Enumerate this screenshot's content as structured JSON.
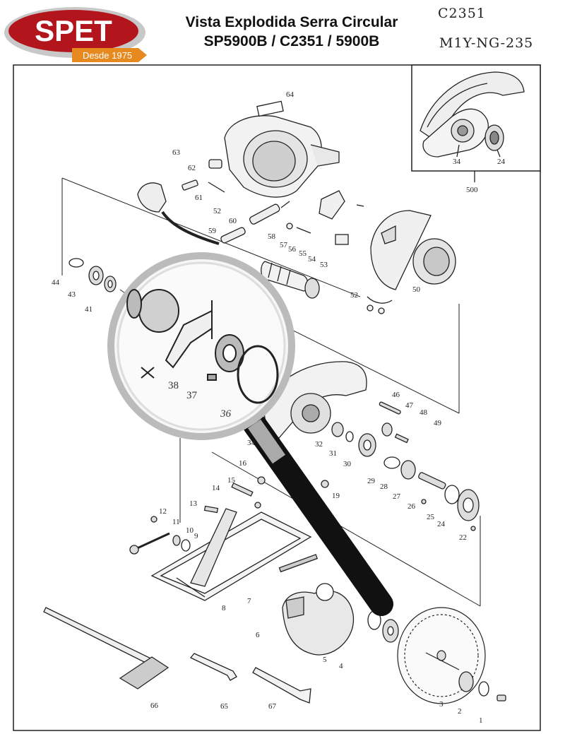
{
  "logo": {
    "brand": "SPET",
    "tagline": "Desde 1975",
    "colors": {
      "red": "#b3151c",
      "silver": "#c8c8c8",
      "orange": "#e68a1f"
    }
  },
  "title": {
    "line1": "Vista Explodida Serra Circular",
    "line2": "SP5900B / C2351 / 5900B"
  },
  "codes": {
    "model": "C2351",
    "variant": "M1Y-NG-235"
  },
  "inset": {
    "parts": [
      "34",
      "24"
    ],
    "assembly": "500"
  },
  "magnifier": {
    "parts": [
      "38",
      "37",
      "36"
    ]
  },
  "part_labels": [
    "64",
    "63",
    "62",
    "61",
    "52",
    "60",
    "58",
    "57",
    "56",
    "55",
    "54",
    "53",
    "59",
    "44",
    "43",
    "41",
    "50",
    "52",
    "46",
    "47",
    "48",
    "49",
    "32",
    "31",
    "30",
    "29",
    "28",
    "27",
    "26",
    "25",
    "24",
    "22",
    "34",
    "16",
    "15",
    "14",
    "19",
    "13",
    "12",
    "11",
    "10",
    "9",
    "8",
    "7",
    "6",
    "5",
    "4",
    "3",
    "2",
    "1",
    "66",
    "65",
    "67"
  ]
}
